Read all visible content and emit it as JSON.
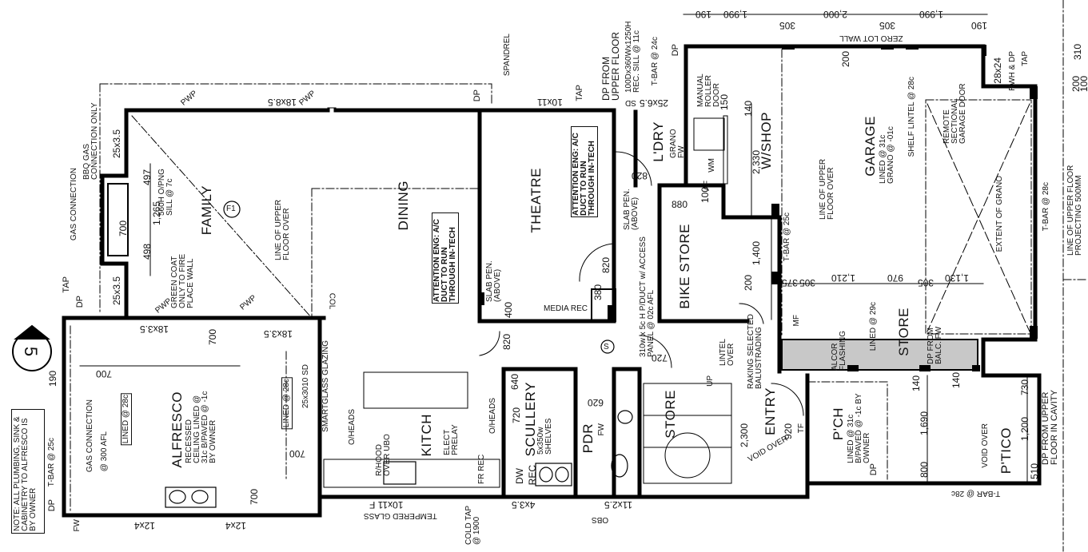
{
  "rooms": {
    "family": "FAMILY",
    "dining": "DINING",
    "theatre": "THEATRE",
    "laundry": "L'DRY",
    "workshop": "W/SHOP",
    "garage": "GARAGE",
    "bike_store": "BIKE STORE",
    "alfresco": "ALFRESCO",
    "kitchen": "KITCH",
    "scullery": "SCULLERY",
    "pdr": "PDR",
    "store_stair": "STORE",
    "entry": "ENTRY",
    "store_front": "STORE",
    "porch": "P'CH",
    "portico": "P'TICO"
  },
  "notes": {
    "bbq_gas": "BBQ GAS CONNECTION ONLY",
    "gas_connection_top": "GAS CONNECTION",
    "gas_connection_alf": "GAS CONNECTION",
    "gas_300": "@ 300 AFL",
    "fire_sill": "560H O/PNG SILL @ 7c",
    "green_coat": "GREEN COAT ONLY TO FIRE PLACE WALL",
    "line_upper_family": "LINE OF UPPER FLOOR OVER",
    "line_upper_garage": "LINE OF UPPER FLOOR OVER",
    "line_upper_right": "LINE OF UPPER FLOOR PROJECTING 500MM",
    "spandrel": "SPANDREL",
    "dp_upper": "DP FROM UPPER FLOOR",
    "window_sill": "100Dx360Wx1250H REC. SILL @ 11c",
    "tbar_24": "T-BAR @ 24c",
    "attention_dining": "ATTENTION ENG: A/C DUCT TO RUN THROUGH IN-TECH",
    "attention_theatre": "ATTENTION ENG: A/C DUCT TO RUN THROUGH IN-TECH",
    "slab_pen_a": "SLAB PEN. (ABOVE)",
    "slab_pen_b": "SLAB PEN. (ABOVE)",
    "media_rec": "MEDIA REC",
    "access_panel": "310w x 5c H P/DUCT w/ ACCESS PANEL @ 02c AFL",
    "laundry_floor": "GRANO FW",
    "garage_floor": "LINED @ 31c GRANO @ -01c",
    "shelf_lintel": "SHELF LINTEL @ 28c",
    "remote_door": "REMOTE SECTIONAL GARAGE DOOR",
    "extent_grano": "EXTENT OF GRANO",
    "tbar_28_right": "T-BAR @ 28c",
    "tbar_25": "T-BAR @ 25c",
    "zero_lot": "ZERO LOT WALL",
    "rwh": "RWH & DP",
    "tap_right": "TAP",
    "roller_door": "MANUAL ROLLER DOOR",
    "alcor": "ALCOR FLASHING",
    "store_lined": "LINED @ 29c",
    "dp_balc": "DP FROM BALC. FW",
    "lintel_over": "LINTEL OVER",
    "raking": "RAKING SELECTED BALUSTRADING",
    "void_over_entry": "VOID OVER",
    "porch_floor": "LINED @ 31c B/PAVED @ -1c BY OWNER",
    "void_over_portico": "VOID OVER",
    "dp_upper_cavity": "DP FROM UPPER FLOOR IN CAVITY",
    "alf_ceiling": "RECESSED CEILING LINED @ 31c B/PAVED @ -1c BY OWNER",
    "alf_lined": "LINED @ 28c",
    "alf_lined2": "LINED @ 28c",
    "alf_window": "25x3010 SD",
    "smartglass": "SMARTGLASS GLAZING",
    "oheads_a": "O/HEADS",
    "oheads_b": "O/HEADS",
    "rhood": "R/HOOD OVER UBO",
    "elect_prelay": "ELECT PRELAY",
    "fr_rec": "FR REC",
    "dw": "DW",
    "rec": "REC",
    "shelves": "5x350w SHELVES",
    "fw": "FW",
    "fw2": "FW",
    "wm": "WM",
    "tempered": "TEMPERED GLASS",
    "cold_tap": "COLD TAP @ 1900",
    "obs": "OBS",
    "col": "COL",
    "tap_left": "TAP",
    "tap_top": "TAP",
    "dp_left_top": "DP",
    "dp_left_bottom": "DP",
    "dp_garage": "DP",
    "dp_family": "DP",
    "dp_porch": "DP",
    "note_owner": "NOTE: ALL PLUMBING, SINK & CABINETRY TO ALFRESCO IS BY OWNER",
    "tbar_25_left": "T-BAR @ 25c",
    "pwp": "PWP",
    "sd": "SD",
    "tf": "TF",
    "mf": "MF",
    "af": "AF",
    "up": "UP",
    "tbar_28_bottom": "T-BAR @ 28c",
    "family_fire": "F1",
    "section_marker": "5",
    "s_marker": "S"
  },
  "dimensions": {
    "top_190a": "190",
    "top_1990a": "1,990",
    "top_305a": "305",
    "top_2000": "2,000",
    "top_305b": "305",
    "top_1990b": "1,990",
    "top_190b": "190",
    "w18x85": "18x8.5",
    "w10x11": "10x11",
    "w25x65": "25x6.5",
    "d25x35a": "25x3.5",
    "d25x35b": "25x3.5",
    "w18x35a": "18x3.5",
    "w18x35b": "18x3.5",
    "d497": "497",
    "d1265": "1,265",
    "d498": "498",
    "d700fire": "700",
    "d820a": "820",
    "d820b": "820",
    "d820c": "820",
    "d880": "880",
    "d100": "100",
    "d2330": "2,330",
    "d1400": "1,400",
    "d200a": "200",
    "d200b": "200",
    "d140a": "140",
    "d140b": "140",
    "d140c": "140",
    "d150": "150",
    "d100b": "100",
    "d305": "305",
    "d375": "375",
    "d1210": "1,210",
    "d970": "970",
    "d305c": "305",
    "d1130": "1,130",
    "d400": "400",
    "d380": "380",
    "d720a": "720",
    "d720b": "720",
    "d640": "640",
    "d620": "620",
    "d700a": "700",
    "d700b": "700",
    "d700c": "700",
    "d700d": "700",
    "d190": "190",
    "d2300": "2,300",
    "d920": "920",
    "d1690": "1,690",
    "d800": "800",
    "d730": "730",
    "d1200": "1,200",
    "d510": "510",
    "d28x24": "28x24",
    "w12x4a": "12x4",
    "w12x4b": "12x4",
    "w10x11f": "10x11 F",
    "w4x35": "4x3.5",
    "w11x25": "11x2.5",
    "zero_200": "200",
    "right_200": "200",
    "right_310": "310"
  },
  "colors": {
    "line": "#111111",
    "wall": "#000000",
    "hatch": "#c8c8c8"
  }
}
